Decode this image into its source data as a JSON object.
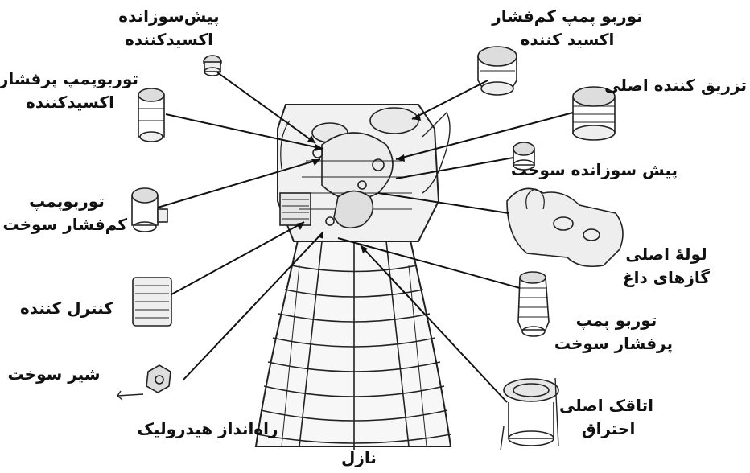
{
  "labels": {
    "oxidizer_preburner": [
      "پیش‌سوزانده",
      "اکسیدکننده"
    ],
    "low_pressure_oxidizer_turbopump": [
      "توربو پمپ کم‌فشار",
      "اکسید کننده"
    ],
    "main_injector": [
      "تزریق کننده اصلی"
    ],
    "high_pressure_oxidizer_turbopump": [
      "توربوپمپ پرفشار",
      "اکسیدکننده"
    ],
    "fuel_preburner": [
      "پیش سوزانده سوخت"
    ],
    "low_pressure_fuel_turbopump": [
      "توربوپمپ",
      "کم‌فشار سوخت"
    ],
    "hot_gas_manifold": [
      "لولۀ اصلی",
      "گازهای داغ"
    ],
    "controller": [
      "کنترل کننده"
    ],
    "high_pressure_fuel_turbopump": [
      "توربو پمپ",
      "پرفشار سوخت"
    ],
    "fuel_valve": [
      "شیر سوخت"
    ],
    "hydraulic_actuator": [
      "راه‌انداز هیدرولیک"
    ],
    "main_combustion_chamber": [
      "اتاقک اصلی",
      "احتراق"
    ],
    "nozzle": [
      "نازل"
    ]
  }
}
